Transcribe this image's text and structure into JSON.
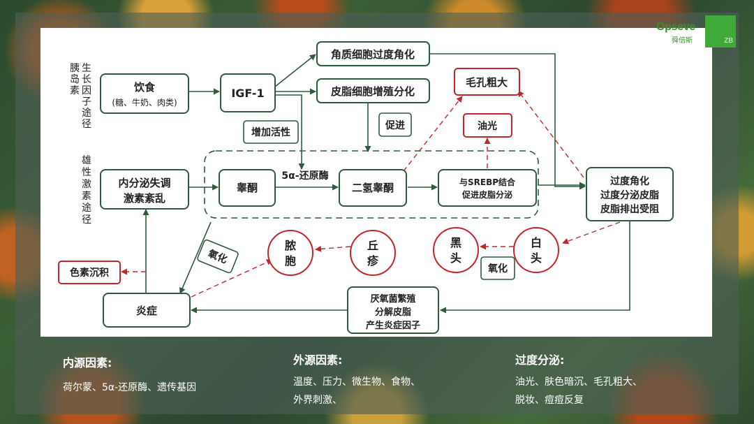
{
  "brand": {
    "name": "Opseve",
    "sub": "舜倍斯",
    "badge": "ZB"
  },
  "diagram": {
    "side_labels": {
      "top": "生长因子途径 胰岛素",
      "bottom": "雄性激素途径"
    },
    "nodes": {
      "diet": [
        "饮食",
        "(糖、牛奶、肉类)"
      ],
      "igf": "IGF-1",
      "kera": "角质细胞过度角化",
      "sebo": "皮脂细胞增殖分化",
      "pore": "毛孔粗大",
      "oily": "油光",
      "promote": "促进",
      "activity": "增加活性",
      "endo": [
        "内分泌失调",
        "激素紊乱"
      ],
      "testo": "睾酮",
      "enzyme_label": "5α-还原酶",
      "dht": "二氢睾酮",
      "srebp": [
        "与SREBP结合",
        "促进皮脂分泌"
      ],
      "over": [
        "过度角化",
        "过度分泌皮脂",
        "皮脂排出受阻"
      ],
      "pus": [
        "脓",
        "胞"
      ],
      "papule": [
        "丘",
        "疹"
      ],
      "black": [
        "黑",
        "头"
      ],
      "white": [
        "白",
        "头"
      ],
      "oxidize1": "氧化",
      "oxidize2": "氧化",
      "pigment": "色素沉积",
      "inflam": "炎症",
      "anaerobe": [
        "厌氧菌繁殖",
        "分解皮脂",
        "产生炎症因子"
      ]
    }
  },
  "footer": {
    "internal": {
      "title": "内源因素:",
      "lines": [
        "荷尔蒙、5α-还原酶、遗传基因"
      ]
    },
    "external": {
      "title": "外源因素:",
      "lines": [
        "温度、压力、微生物、食物、",
        "外界刺激、"
      ]
    },
    "excess": {
      "title": "过度分泌:",
      "lines": [
        "油光、肤色暗沉、毛孔粗大、",
        "脱妆、痘痘反复"
      ]
    }
  },
  "colors": {
    "green": "#2e5a3d",
    "red": "#c0272d",
    "overlay": "#4e6056"
  }
}
